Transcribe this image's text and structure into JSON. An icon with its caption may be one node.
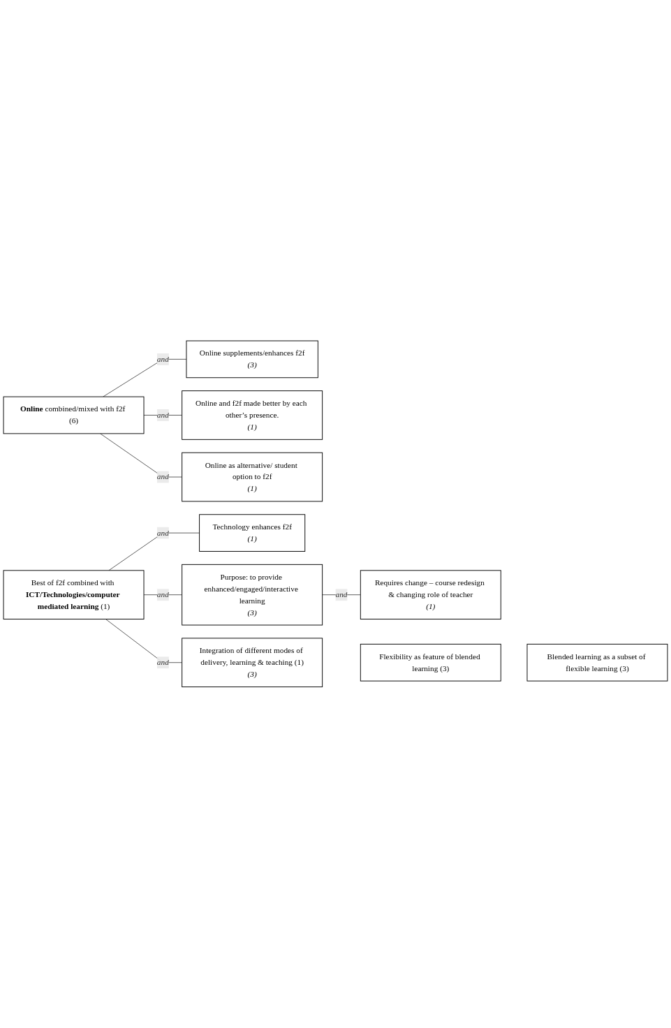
{
  "diagram": {
    "nodes": [
      {
        "text": [
          "**Online** combined/mixed with f2f (6)"
        ]
      },
      {
        "text": [
          "Online supplements/enhances f2f",
          "(3)"
        ]
      },
      {
        "text": [
          "Online and f2f made better by each other’s presence.",
          "(1)"
        ]
      },
      {
        "text": [
          "Online as alternative/ student option to f2f",
          "(1)"
        ]
      },
      {
        "text": [
          "Best of f2f combined with **ICT/Technologies/computer mediated learning** (1)"
        ]
      },
      {
        "text": [
          "Technology enhances f2f",
          "(1)"
        ]
      },
      {
        "text": [
          "Purpose: to provide enhanced/engaged/interactive learning",
          "(3)"
        ]
      },
      {
        "text": [
          "Requires change – course redesign & changing role of teacher",
          "(1)"
        ]
      },
      {
        "text": [
          "Integration of different modes of delivery, learning & teaching (1)",
          "(3)"
        ]
      },
      {
        "text": [
          "Flexibility as feature of blended learning (3)"
        ]
      },
      {
        "text": [
          "Blended learning as a subset of flexible learning (3)"
        ]
      }
    ],
    "edges": [
      {
        "from": 0,
        "to": 1,
        "arrow": "none",
        "label": "and"
      },
      {
        "from": 0,
        "to": 2,
        "arrow": "none",
        "label": "and"
      },
      {
        "from": 0,
        "to": 3,
        "arrow": "none",
        "label": "and"
      },
      {
        "from": 4,
        "to": 5,
        "arrow": "none",
        "label": "and"
      },
      {
        "from": 4,
        "to": 6,
        "arrow": "none",
        "label": "and"
      },
      {
        "from": 6,
        "to": 7,
        "arrow": "none",
        "label": "and"
      },
      {
        "from": 4,
        "to": 8,
        "arrow": "none",
        "label": "and"
      }
    ]
  }
}
